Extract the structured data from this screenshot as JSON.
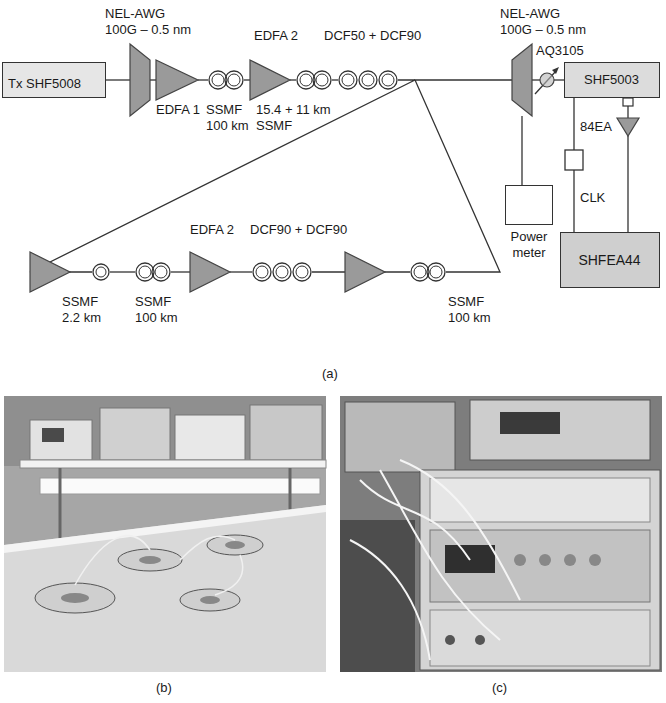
{
  "diagram": {
    "nodes": [
      {
        "text": [
          "Tx SHF5008"
        ]
      },
      {
        "text": [
          "NEL-AWG 100G – 0.5 nm"
        ]
      },
      {
        "text": [
          "EDFA 1"
        ]
      },
      {
        "text": [
          "SSMF 100 km"
        ]
      },
      {
        "text": [
          "EDFA 2"
        ]
      },
      {
        "text": [
          "15.4 + 11 km SSMF"
        ]
      },
      {
        "text": [
          "DCF50 + DCF90"
        ]
      },
      {
        "text": [
          "SSMF 2.2 km"
        ]
      },
      {
        "text": [
          "SSMF 100 km"
        ]
      },
      {
        "text": [
          "EDFA 2"
        ]
      },
      {
        "text": [
          "DCF90 + DCF90"
        ]
      },
      {
        "text": [
          "SSMF 100 km"
        ]
      },
      {
        "text": [
          "NEL-AWG 100G – 0.5 nm"
        ]
      },
      {
        "text": [
          "AQ3105"
        ]
      },
      {
        "text": [
          "SHF5003"
        ]
      },
      {
        "text": [
          "Power meter"
        ]
      },
      {
        "text": [
          "84EA"
        ]
      },
      {
        "text": [
          "SHFEA44"
        ]
      }
    ],
    "edges": [
      {
        "from": 0,
        "to": 1,
        "arrow": "none"
      },
      {
        "from": 1,
        "to": 2,
        "arrow": "none"
      },
      {
        "from": 2,
        "to": 3,
        "arrow": "none"
      },
      {
        "from": 3,
        "to": 4,
        "arrow": "none"
      },
      {
        "from": 4,
        "to": 5,
        "arrow": "none"
      },
      {
        "from": 5,
        "to": 6,
        "arrow": "none"
      },
      {
        "from": 6,
        "to": 7,
        "arrow": "none"
      },
      {
        "from": 7,
        "to": 8,
        "arrow": "none"
      },
      {
        "from": 8,
        "to": 9,
        "arrow": "none"
      },
      {
        "from": 9,
        "to": 10,
        "arrow": "none"
      },
      {
        "from": 10,
        "to": 11,
        "arrow": "none"
      },
      {
        "from": 11,
        "to": 12,
        "arrow": "none"
      },
      {
        "from": 12,
        "to": 13,
        "arrow": "none"
      },
      {
        "from": 13,
        "to": 14,
        "arrow": "none"
      },
      {
        "from": 12,
        "to": 15,
        "arrow": "none"
      },
      {
        "from": 14,
        "to": 16,
        "arrow": "none"
      },
      {
        "from": 16,
        "to": 17,
        "arrow": "none"
      },
      {
        "from": 14,
        "to": 17,
        "label": "CLK",
        "arrow": "none"
      }
    ],
    "labels": [
      "(a)",
      "(b)",
      "(c)"
    ]
  }
}
